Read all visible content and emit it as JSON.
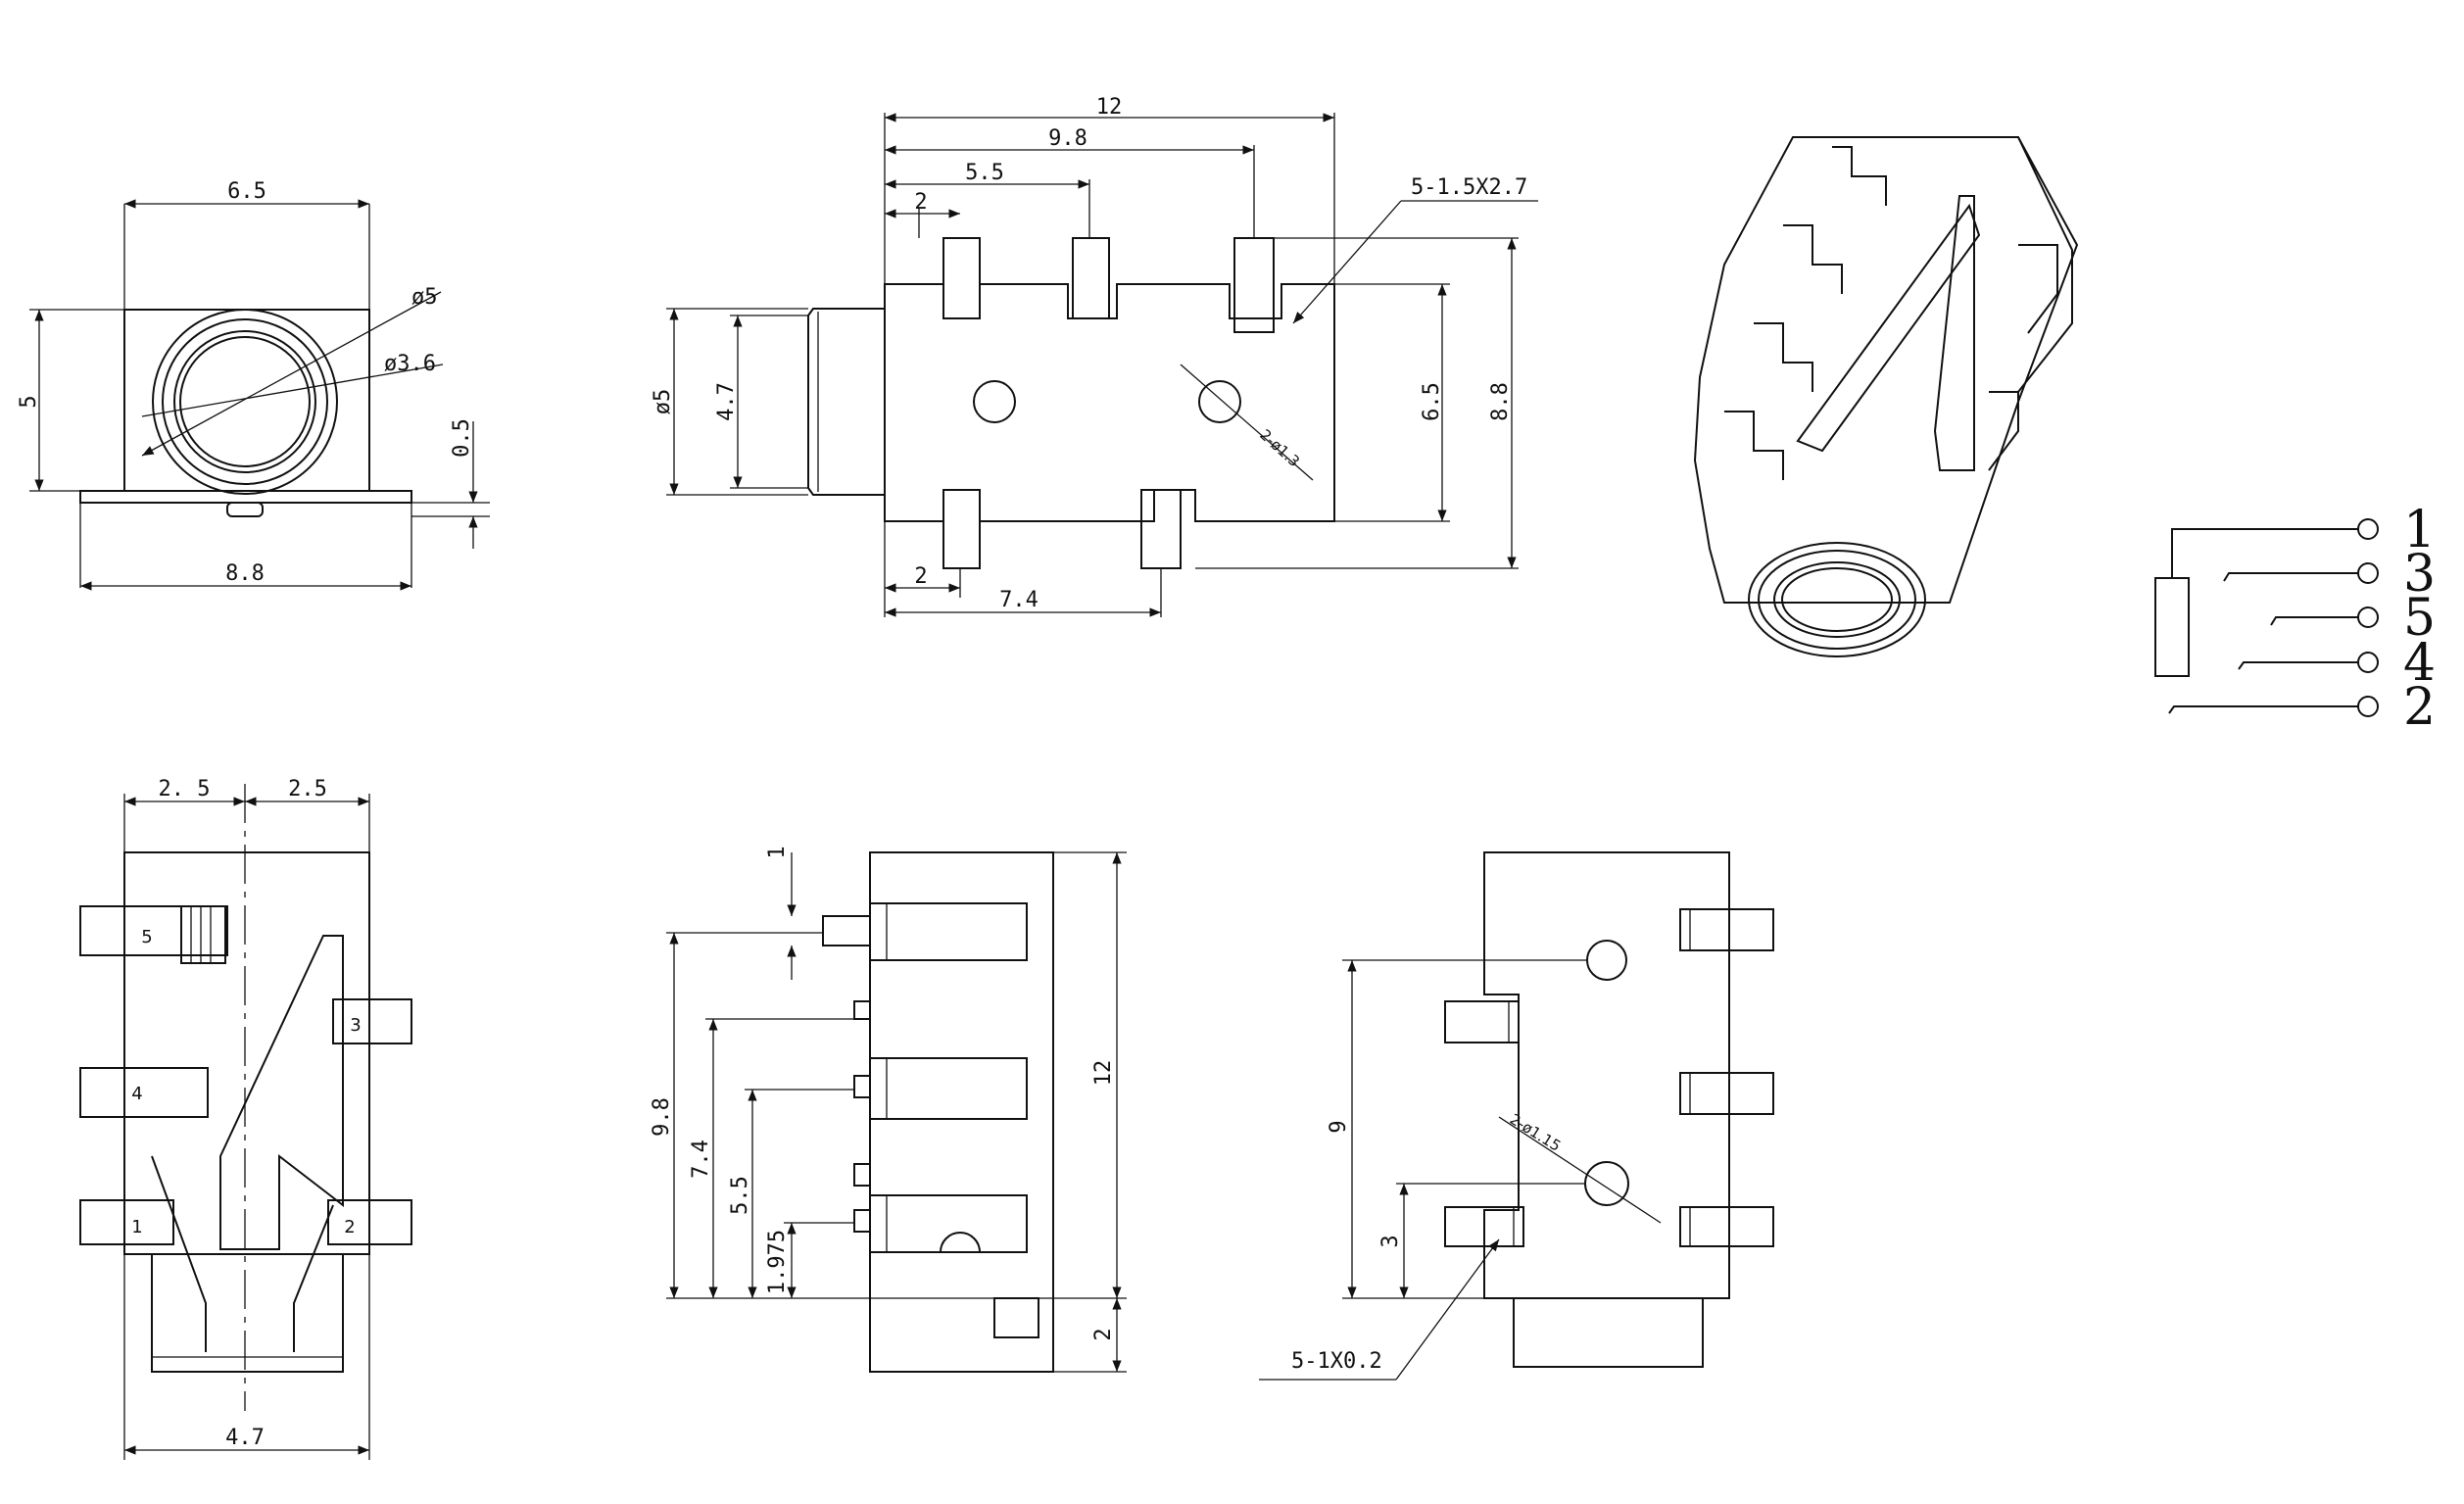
{
  "front_view": {
    "width_top": "6.5",
    "dia_outer": "ø5",
    "dia_inner": "ø3.6",
    "height": "5",
    "offset": "0.5",
    "width_bottom": "8.8"
  },
  "top_view": {
    "len_12": "12",
    "len_9_8": "9.8",
    "len_5_5": "5.5",
    "len_2_top": "2",
    "slot_note": "5-1.5X2.7",
    "dia_5": "ø5",
    "dia_4_7": "4.7",
    "hole_note": "2-ø1.3",
    "h_6_5": "6.5",
    "h_8_8": "8.8",
    "len_2_bottom": "2",
    "len_7_4": "7.4"
  },
  "bottom_left_view": {
    "w_left": "2. 5",
    "w_right": "2.5",
    "w_total": "4.7",
    "pins": [
      "5",
      "3",
      "4",
      "1",
      "2"
    ]
  },
  "side_view": {
    "d_1": "1",
    "d_9_8": "9.8",
    "d_7_4": "7.4",
    "d_5_5": "5.5",
    "d_1_975": "1.975",
    "d_12": "12",
    "d_2": "2"
  },
  "bottom_view": {
    "d_9": "9",
    "d_3": "3",
    "hole_note": "2-ø1.15",
    "pad_note": "5-1X0.2"
  },
  "schematic": {
    "pins": [
      "1",
      "3",
      "5",
      "4",
      "2"
    ]
  }
}
